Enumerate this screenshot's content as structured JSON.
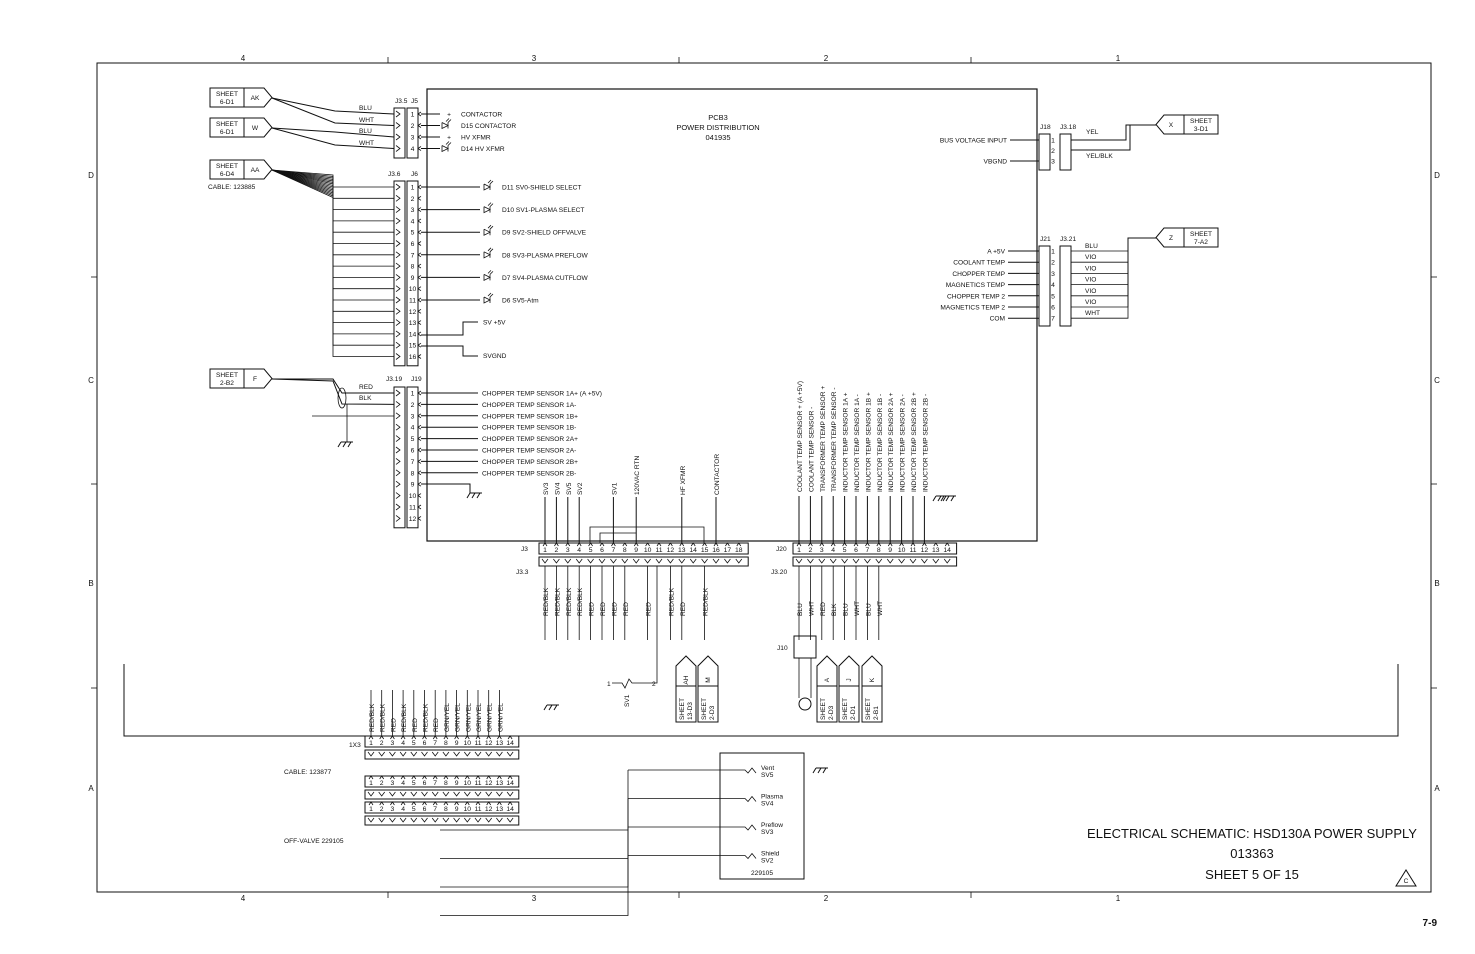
{
  "title": {
    "line1": "ELECTRICAL SCHEMATIC: HSD130A POWER SUPPLY",
    "line2": "013363",
    "line3": "SHEET 5 OF 15",
    "rev": "C"
  },
  "page_number": "7-9",
  "zones": {
    "columns": [
      "4",
      "3",
      "2",
      "1"
    ],
    "rows": [
      "D",
      "C",
      "B",
      "A"
    ]
  },
  "pcb": {
    "name": "PCB3",
    "desc": "POWER DISTRIBUTION",
    "part": "041935"
  },
  "sheet_refs": {
    "ak": {
      "sheet": "SHEET",
      "loc": "6-D1",
      "tag": "AK"
    },
    "w": {
      "sheet": "SHEET",
      "loc": "6-D1",
      "tag": "W"
    },
    "aa": {
      "sheet": "SHEET",
      "loc": "6-D4",
      "tag": "AA"
    },
    "f": {
      "sheet": "SHEET",
      "loc": "2-B2",
      "tag": "F"
    },
    "x": {
      "sheet": "SHEET",
      "loc": "3-D1",
      "tag": "X"
    },
    "z": {
      "sheet": "SHEET",
      "loc": "7-A2",
      "tag": "Z"
    },
    "ah": {
      "sheet": "SHEET",
      "loc": "13-D3",
      "tag": "AH"
    },
    "m": {
      "sheet": "SHEET",
      "loc": "2-D3",
      "tag": "M"
    },
    "a": {
      "sheet": "SHEET",
      "loc": "2-D3",
      "tag": "A"
    },
    "j": {
      "sheet": "SHEET",
      "loc": "2-D1",
      "tag": "J"
    },
    "k": {
      "sheet": "SHEET",
      "loc": "2-B1",
      "tag": "K"
    }
  },
  "cables": {
    "c1": "CABLE: 123885",
    "c2": "CABLE: 123877",
    "off_valve": "OFF-VALVE 229105"
  },
  "j5": {
    "conn": "J3.5",
    "header": "J5",
    "wires": [
      "BLU",
      "WHT",
      "BLU",
      "WHT"
    ],
    "polarity": [
      "+",
      "",
      "+",
      ""
    ],
    "signals": [
      "CONTACTOR",
      "D15 CONTACTOR",
      "HV XFMR",
      "D14 HV XFMR"
    ]
  },
  "j6": {
    "conn": "J3.6",
    "header": "J6",
    "leds": [
      "D11 SV0-SHIELD SELECT",
      "D10 SV1-PLASMA SELECT",
      "D9 SV2-SHIELD OFFVALVE",
      "D8 SV3-PLASMA PREFLOW",
      "D7 SV4-PLASMA CUTFLOW",
      "D6 SV5-Atm"
    ],
    "sv5v": "SV +5V",
    "svgnd": "SVGND"
  },
  "j19": {
    "conn": "J3.19",
    "header": "J19",
    "wires": [
      "RED",
      "BLK"
    ],
    "signals": [
      "CHOPPER TEMP SENSOR 1A+ (A +5V)",
      "CHOPPER TEMP SENSOR 1A-",
      "CHOPPER TEMP SENSOR 1B+",
      "CHOPPER TEMP SENSOR 1B-",
      "CHOPPER TEMP SENSOR 2A+",
      "CHOPPER TEMP SENSOR 2A-",
      "CHOPPER TEMP SENSOR 2B+",
      "CHOPPER TEMP SENSOR 2B-"
    ]
  },
  "j18": {
    "conn": "J3.18",
    "header": "J18",
    "signals": [
      "BUS VOLTAGE INPUT",
      "VBGND"
    ],
    "wires": [
      "YEL",
      "YEL/BLK"
    ]
  },
  "j21": {
    "conn": "J3.21",
    "header": "J21",
    "signals": [
      "A +5V",
      "COOLANT TEMP",
      "CHOPPER TEMP",
      "MAGNETICS TEMP",
      "CHOPPER TEMP 2",
      "MAGNETICS TEMP 2",
      "COM"
    ],
    "wires": [
      "BLU",
      "VIO",
      "VIO",
      "VIO",
      "VIO",
      "VIO",
      "WHT"
    ]
  },
  "j3": {
    "header": "J3",
    "conn": "J3.3",
    "signals": [
      "SV3",
      "SV4",
      "SV5",
      "SV2",
      "SV1",
      "120VAC RTN",
      "HF XFMR",
      "CONTACTOR"
    ],
    "wires": [
      "RED/BLK",
      "RED/BLK",
      "RED/BLK",
      "RED/BLK",
      "RED",
      "RED",
      "RED",
      "RED",
      "RED",
      "RED/BLK",
      "RED",
      "RED/BLK"
    ],
    "sv1": "SV1",
    "sv1_pins": [
      "1",
      "2"
    ]
  },
  "j20": {
    "header": "J20",
    "conn": "J3.20",
    "signals": [
      "COOLANT TEMP SENSOR + (A +5V)",
      "COOLANT TEMP SENSOR -",
      "TRANSFORMER TEMP SENSOR +",
      "TRANSFORMER TEMP SENSOR -",
      "INDUCTOR TEMP SENSOR 1A +",
      "INDUCTOR TEMP SENSOR 1A -",
      "INDUCTOR TEMP SENSOR 1B +",
      "INDUCTOR TEMP SENSOR 1B -",
      "INDUCTOR TEMP SENSOR 2A +",
      "INDUCTOR TEMP SENSOR 2A -",
      "INDUCTOR TEMP SENSOR 2B +",
      "INDUCTOR TEMP SENSOR 2B -"
    ],
    "wires": [
      "BLU",
      "WHT",
      "RED",
      "BLK",
      "BLU",
      "WHT",
      "BLU",
      "WHT"
    ],
    "j10": "J10"
  },
  "x3": {
    "header": "1X3",
    "wires": [
      "RED/BLK",
      "RED/BLK",
      "RED",
      "RED/BLK",
      "RED",
      "RED/BLK",
      "RED",
      "GRN/YEL",
      "GRN/YEL",
      "GRN/YEL",
      "GRN/YEL",
      "GRN/YEL",
      "GRN/YEL"
    ]
  },
  "valves": {
    "part": "229105",
    "items": [
      {
        "name": "Vent",
        "sv": "SV5"
      },
      {
        "name": "Plasma",
        "sv": "SV4"
      },
      {
        "name": "Preflow",
        "sv": "SV3"
      },
      {
        "name": "Shield",
        "sv": "SV2"
      }
    ]
  }
}
